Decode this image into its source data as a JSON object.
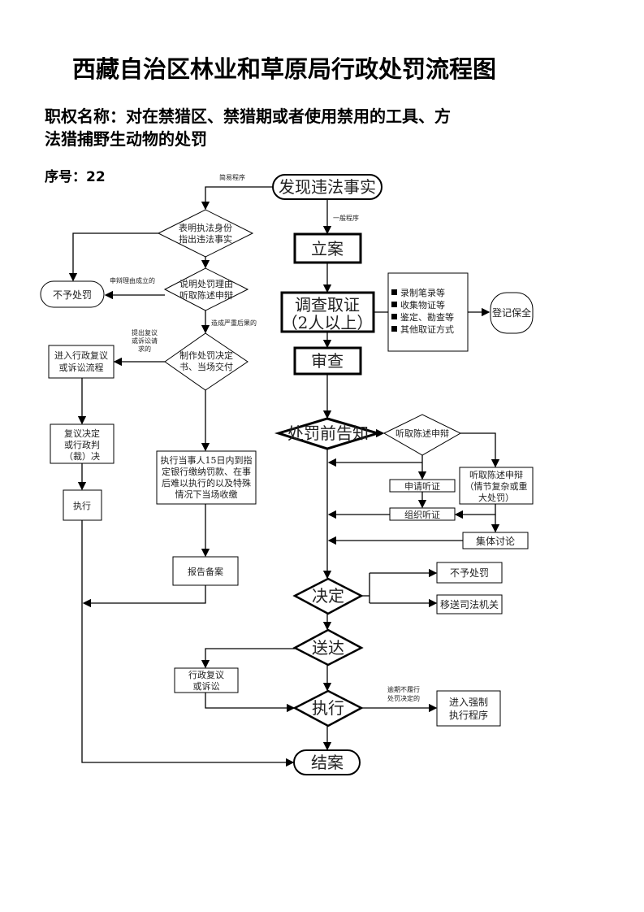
{
  "title": "西藏自治区林业和草原局行政处罚流程图",
  "authority": {
    "line1": "职权名称：对在禁猎区、禁猎期或者使用禁用的工具、方",
    "line2": "法猎捕野生动物的处罚"
  },
  "serial": "序号：22",
  "nodes": {
    "start": "发现违法事实",
    "register": "立案",
    "investigate1": "调查取证",
    "investigate2": "（2人以上）",
    "evidence": [
      "录制笔录等",
      "收集物证等",
      "鉴定、勘查等",
      "其他取证方式"
    ],
    "preserve": "登记保全",
    "review": "审查",
    "notice": "处罚前告知",
    "hear": "听取陈述申辩",
    "apply_hearing": "申请听证",
    "organize_hearing": "组织听证",
    "hear_major": [
      "听取陈述申辩",
      "（情节复杂或重",
      "大处罚）"
    ],
    "collective": "集体讨论",
    "decide": "决定",
    "no_penalty_r": "不予处罚",
    "transfer": "移送司法机关",
    "deliver": "送达",
    "reconsider_r": [
      "行政复议",
      "或诉讼"
    ],
    "execute": "执行",
    "enforce": [
      "进入强制",
      "执行程序"
    ],
    "close": "结案",
    "identify": [
      "表明执法身份",
      "指出违法事实"
    ],
    "explain": [
      "说明处罚理由",
      "听取陈述申辩"
    ],
    "no_penalty_l": "不予处罚",
    "make_decision": [
      "制作处罚决定",
      "书、当场交付"
    ],
    "reconsider_l": [
      "进入行政复议",
      "或诉讼流程"
    ],
    "review_decision": [
      "复议决定",
      "或行政判",
      "（裁）决"
    ],
    "execute_l": "执行",
    "pay": [
      "执行当事人15日内到指",
      "定银行缴纳罚款、在事",
      "后难以执行的以及特殊",
      "情况下当场收缴"
    ],
    "report": "报告备案"
  },
  "labels": {
    "simple": "简易程序",
    "general": "一般程序",
    "defense_ok": "申辩理由成立的",
    "serious": "造成严重后果的",
    "appeal": [
      "提出复议",
      "或诉讼请",
      "求的"
    ],
    "overdue": [
      "逾期不履行",
      "处罚决定的"
    ]
  }
}
